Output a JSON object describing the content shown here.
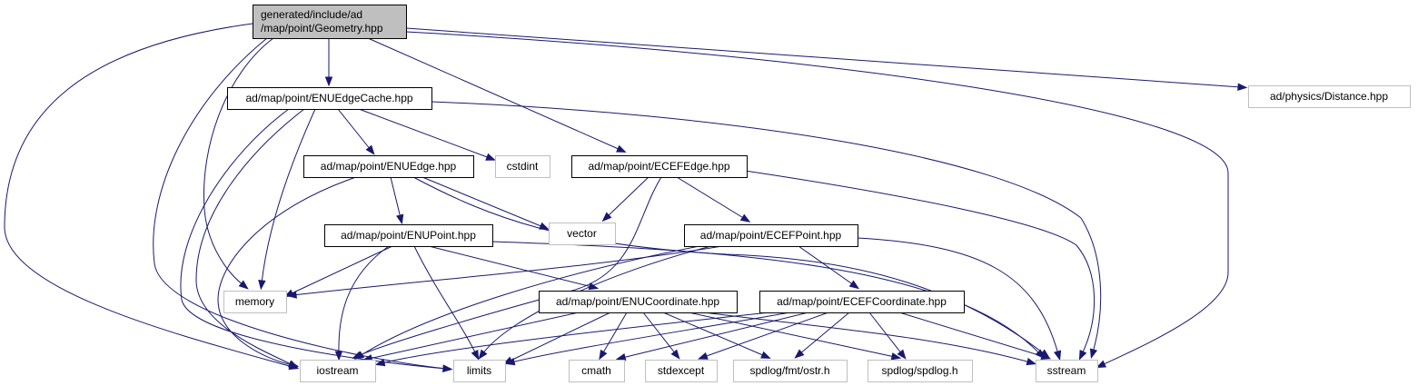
{
  "colors": {
    "edge": "#191970",
    "root_fill": "#bfbfbf",
    "internal_border": "#000000",
    "external_border": "#bfbfbf"
  },
  "nodes": [
    {
      "id": "geometry",
      "lines": [
        "generated/include/ad",
        "/map/point/Geometry.hpp"
      ],
      "kind": "root"
    },
    {
      "id": "enuedgecache",
      "lines": [
        "ad/map/point/ENUEdgeCache.hpp"
      ],
      "kind": "internal"
    },
    {
      "id": "ecefedge",
      "lines": [
        "ad/map/point/ECEFEdge.hpp"
      ],
      "kind": "internal"
    },
    {
      "id": "distance",
      "lines": [
        "ad/physics/Distance.hpp"
      ],
      "kind": "external"
    },
    {
      "id": "enuedge",
      "lines": [
        "ad/map/point/ENUEdge.hpp"
      ],
      "kind": "internal"
    },
    {
      "id": "cstdint",
      "lines": [
        "cstdint"
      ],
      "kind": "external"
    },
    {
      "id": "vector",
      "lines": [
        "vector"
      ],
      "kind": "external"
    },
    {
      "id": "enupoint",
      "lines": [
        "ad/map/point/ENUPoint.hpp"
      ],
      "kind": "internal"
    },
    {
      "id": "ecefpoint",
      "lines": [
        "ad/map/point/ECEFPoint.hpp"
      ],
      "kind": "internal"
    },
    {
      "id": "memory",
      "lines": [
        "memory"
      ],
      "kind": "external"
    },
    {
      "id": "enucoord",
      "lines": [
        "ad/map/point/ENUCoordinate.hpp"
      ],
      "kind": "internal"
    },
    {
      "id": "ecefcoord",
      "lines": [
        "ad/map/point/ECEFCoordinate.hpp"
      ],
      "kind": "internal"
    },
    {
      "id": "iostream",
      "lines": [
        "iostream"
      ],
      "kind": "external"
    },
    {
      "id": "limits",
      "lines": [
        "limits"
      ],
      "kind": "external"
    },
    {
      "id": "cmath",
      "lines": [
        "cmath"
      ],
      "kind": "external"
    },
    {
      "id": "stdexcept",
      "lines": [
        "stdexcept"
      ],
      "kind": "external"
    },
    {
      "id": "fmtostr",
      "lines": [
        "spdlog/fmt/ostr.h"
      ],
      "kind": "external"
    },
    {
      "id": "spdlog",
      "lines": [
        "spdlog/spdlog.h"
      ],
      "kind": "external"
    },
    {
      "id": "sstream",
      "lines": [
        "sstream"
      ],
      "kind": "external"
    }
  ],
  "edges": [
    [
      "geometry",
      "enuedgecache"
    ],
    [
      "geometry",
      "ecefedge"
    ],
    [
      "geometry",
      "distance"
    ],
    [
      "geometry",
      "sstream"
    ],
    [
      "geometry",
      "iostream"
    ],
    [
      "geometry",
      "memory"
    ],
    [
      "geometry",
      "limits"
    ],
    [
      "enuedgecache",
      "enuedge"
    ],
    [
      "enuedgecache",
      "cstdint"
    ],
    [
      "enuedgecache",
      "memory"
    ],
    [
      "enuedgecache",
      "iostream"
    ],
    [
      "enuedgecache",
      "limits"
    ],
    [
      "enuedgecache",
      "sstream"
    ],
    [
      "enuedge",
      "enupoint"
    ],
    [
      "enuedge",
      "vector"
    ],
    [
      "enuedge",
      "iostream"
    ],
    [
      "enuedge",
      "sstream"
    ],
    [
      "ecefedge",
      "vector"
    ],
    [
      "ecefedge",
      "ecefpoint"
    ],
    [
      "ecefedge",
      "iostream"
    ],
    [
      "ecefedge",
      "sstream"
    ],
    [
      "enupoint",
      "memory"
    ],
    [
      "enupoint",
      "enucoord"
    ],
    [
      "enupoint",
      "iostream"
    ],
    [
      "enupoint",
      "limits"
    ],
    [
      "enupoint",
      "sstream"
    ],
    [
      "ecefpoint",
      "memory"
    ],
    [
      "ecefpoint",
      "ecefcoord"
    ],
    [
      "ecefpoint",
      "iostream"
    ],
    [
      "ecefpoint",
      "limits"
    ],
    [
      "ecefpoint",
      "sstream"
    ],
    [
      "enucoord",
      "iostream"
    ],
    [
      "enucoord",
      "limits"
    ],
    [
      "enucoord",
      "cmath"
    ],
    [
      "enucoord",
      "stdexcept"
    ],
    [
      "enucoord",
      "fmtostr"
    ],
    [
      "enucoord",
      "spdlog"
    ],
    [
      "enucoord",
      "sstream"
    ],
    [
      "ecefcoord",
      "iostream"
    ],
    [
      "ecefcoord",
      "limits"
    ],
    [
      "ecefcoord",
      "cmath"
    ],
    [
      "ecefcoord",
      "stdexcept"
    ],
    [
      "ecefcoord",
      "fmtostr"
    ],
    [
      "ecefcoord",
      "spdlog"
    ],
    [
      "ecefcoord",
      "sstream"
    ]
  ]
}
